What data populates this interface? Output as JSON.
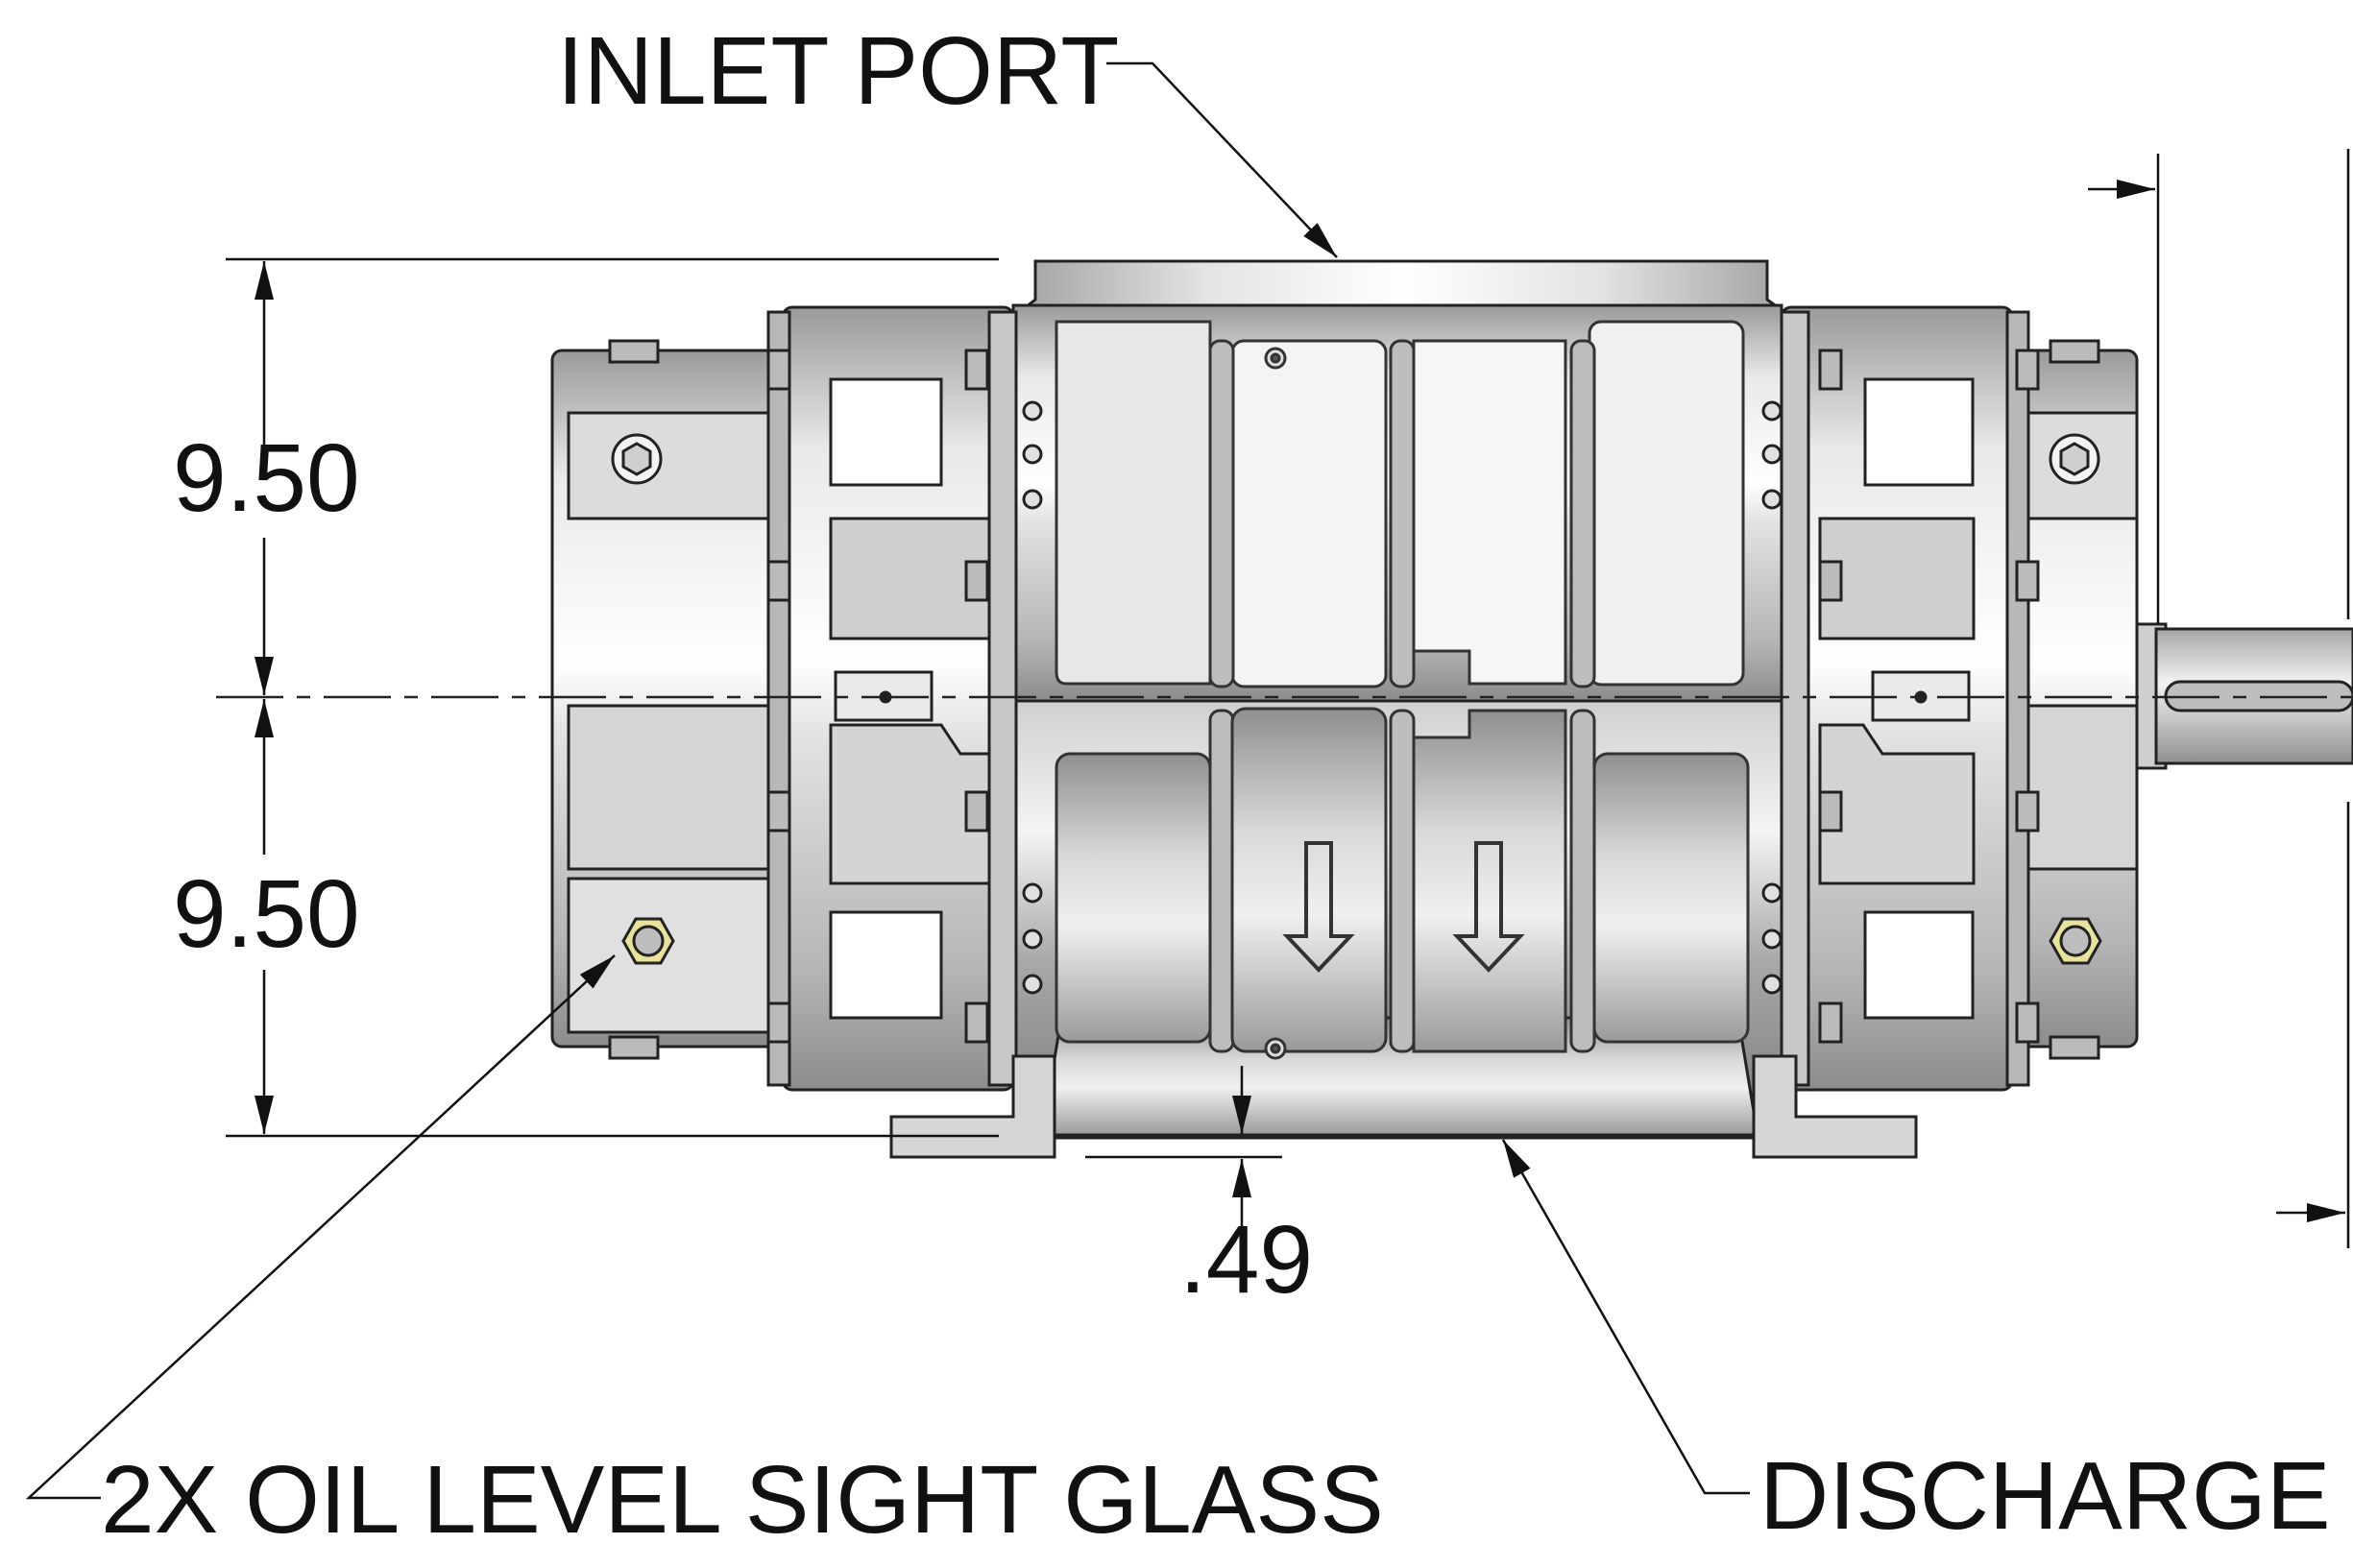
{
  "labels": {
    "inlet_port": "INLET PORT",
    "discharge_port": "DISCHARGE I",
    "oil_level_sight_glass": "2X OIL LEVEL SIGHT GLASS"
  },
  "dimensions": {
    "upper_height": "9.50",
    "lower_height": "9.50",
    "foot_offset": ".49"
  },
  "colors": {
    "line": "#111111",
    "body_light": "#f2f2f2",
    "body_mid": "#c9c9c9",
    "body_dark": "#8a8a8a",
    "sight_glass": "#e8e29a"
  }
}
